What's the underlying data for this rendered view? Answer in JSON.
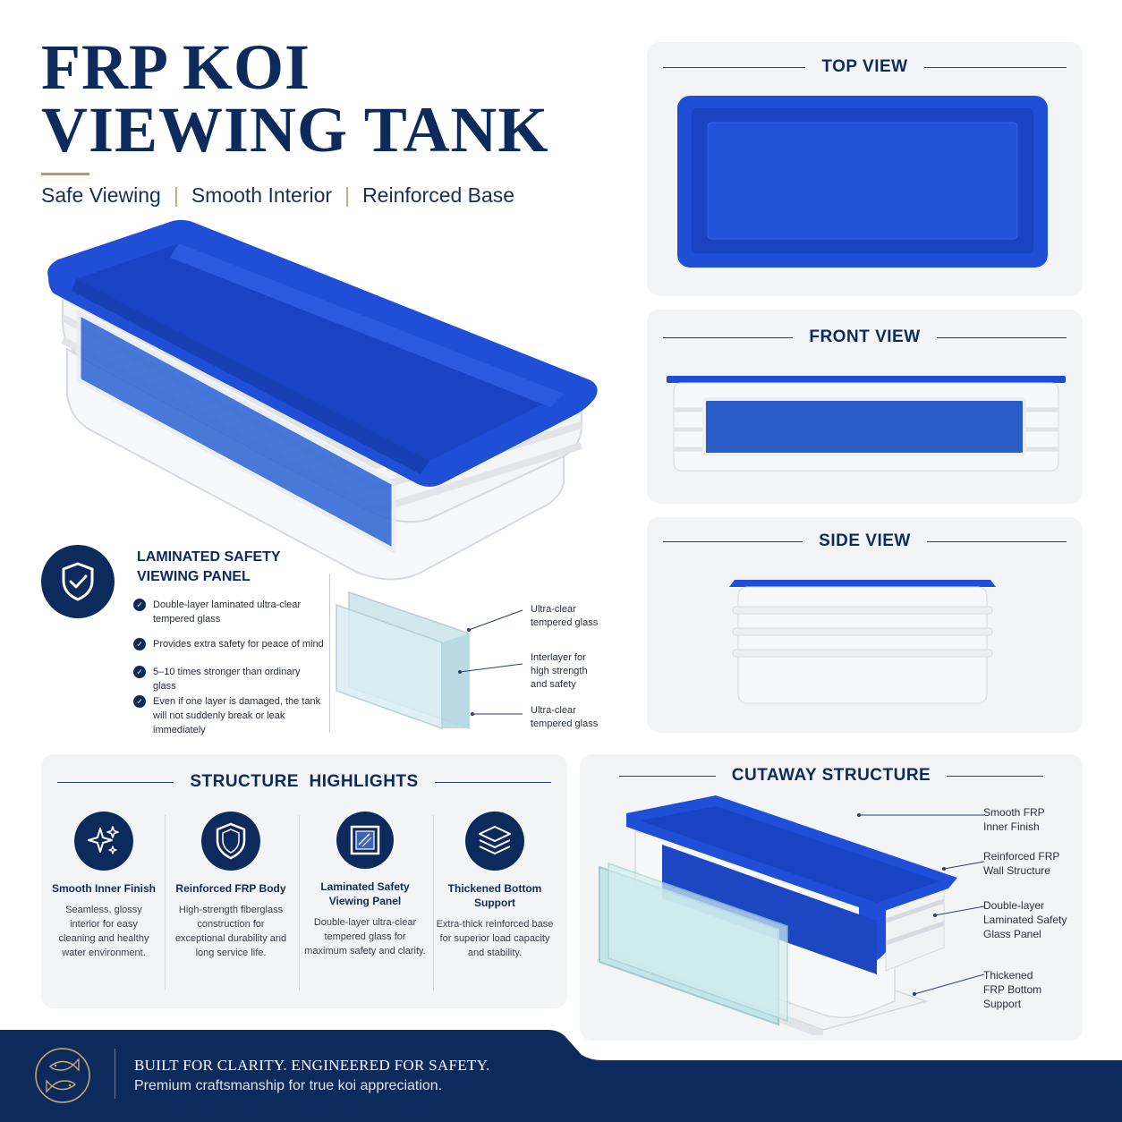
{
  "title": {
    "line1": "FRP KOI",
    "line2": "VIEWING TANK"
  },
  "subtitle": {
    "items": [
      "Safe Viewing",
      "Smooth Interior",
      "Reinforced Base"
    ],
    "separator": "|"
  },
  "views": {
    "top": "TOP VIEW",
    "front": "FRONT VIEW",
    "side": "SIDE VIEW"
  },
  "laminated": {
    "title_line1": "LAMINATED SAFETY",
    "title_line2": "VIEWING PANEL",
    "bullets": [
      "Double-layer laminated ultra-clear tempered glass",
      "Provides extra safety for peace of mind",
      "5–10 times stronger than ordinary glass",
      "Even if one layer is damaged, the tank will not suddenly break or leak immediately"
    ],
    "glass_labels": [
      "Ultra-clear tempered glass",
      "Interlayer for high strength and safety",
      "Ultra-clear tempered glass"
    ]
  },
  "highlights": {
    "title": "STRUCTURE  HIGHLIGHTS",
    "features": [
      {
        "title": "Smooth Inner Finish",
        "desc": "Seamless, glossy interior for easy cleaning and healthy water environment.",
        "icon": "sparkle-icon"
      },
      {
        "title": "Reinforced FRP Body",
        "desc": "High-strength fiberglass construction for exceptional durability and long service life.",
        "icon": "shield-icon"
      },
      {
        "title": "Laminated Safety Viewing Panel",
        "desc": "Double-layer ultra-clear tempered glass for maximum safety and clarity.",
        "icon": "glass-panel-icon"
      },
      {
        "title": "Thickened Bottom Support",
        "desc": "Extra-thick reinforced base for superior load capacity and stability.",
        "icon": "layers-icon"
      }
    ]
  },
  "cutaway": {
    "title": "CUTAWAY STRUCTURE",
    "labels": [
      "Smooth FRP Inner Finish",
      "Reinforced FRP Wall Structure",
      "Double-layer Laminated Safety Glass Panel",
      "Thickened FRP Bottom Support"
    ]
  },
  "footer": {
    "line1": "BUILT FOR CLARITY. ENGINEERED FOR SAFETY.",
    "line2": "Premium craftsmanship for true koi appreciation."
  },
  "colors": {
    "navy": "#0d2a5c",
    "tank_blue": "#1f4fd6",
    "gold": "#b89a64",
    "card_bg": "#f3f4f6"
  }
}
